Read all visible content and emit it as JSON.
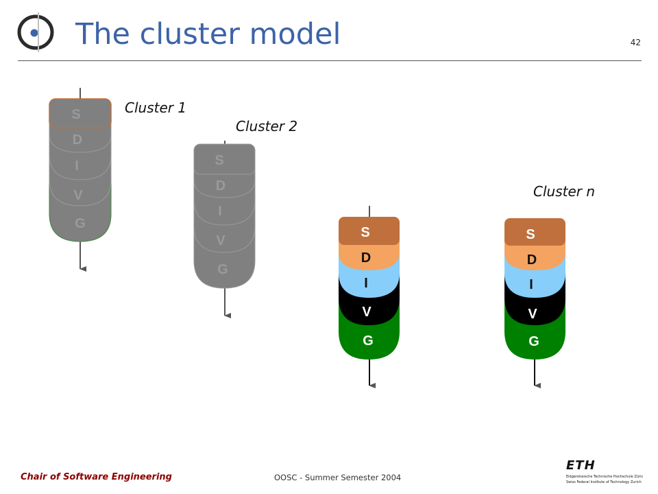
{
  "slide": {
    "title": "The cluster model",
    "page_number": "42"
  },
  "footer": {
    "chair": "Chair of Software Engineering",
    "course": "OOSC - Summer Semester 2004",
    "eth_logo": {
      "wordmark": "ETH",
      "line1": "Eidgenössische Technische Hochschule Zürich",
      "line2": "Swiss Federal Institute of Technology Zurich"
    }
  },
  "clusters": [
    {
      "label": "Cluster 1",
      "state": "inactive",
      "layers": [
        "S",
        "D",
        "I",
        "V",
        "G"
      ]
    },
    {
      "label": "Cluster 2",
      "state": "inactive",
      "layers": [
        "S",
        "D",
        "I",
        "V",
        "G"
      ]
    },
    {
      "label": "",
      "state": "active",
      "layers": [
        "S",
        "D",
        "I",
        "V",
        "G"
      ]
    },
    {
      "label": "Cluster n",
      "state": "active",
      "layers": [
        "S",
        "D",
        "I",
        "V",
        "G"
      ]
    }
  ],
  "colors": {
    "title": "#3d63a8",
    "inactive_fill": "#808080",
    "inactive_text": "#9a9a9a",
    "layer_S": "#c0703c",
    "layer_D": "#f4a460",
    "layer_I": "#87cefa",
    "layer_V": "#000000",
    "layer_G": "#008000",
    "footer_chair": "#8b0000"
  }
}
